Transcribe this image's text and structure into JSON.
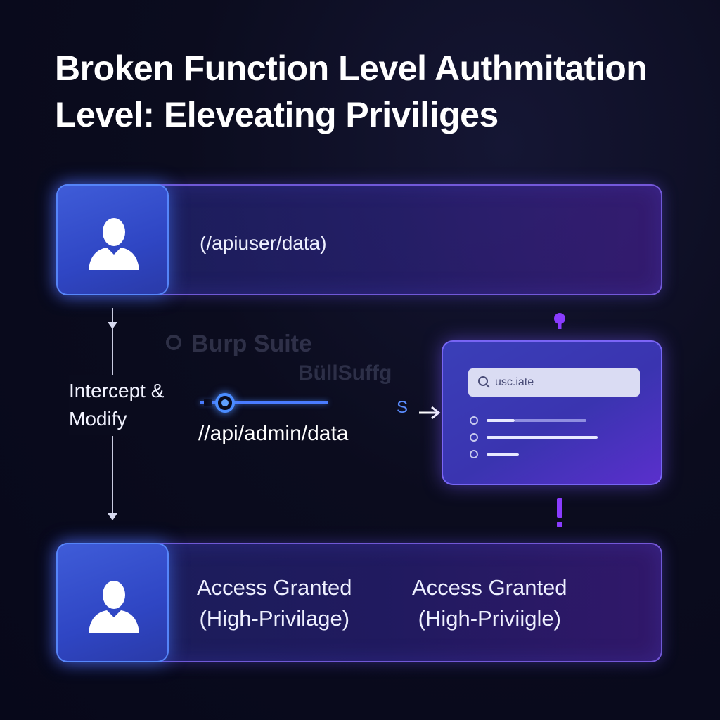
{
  "title": {
    "line1": "Broken Function Level Authmitation",
    "line2": "Level: Eleveating Priviliges"
  },
  "top_row": {
    "endpoint": "(/apiuser/data)",
    "icon": "user-icon"
  },
  "flow": {
    "intercept_line1": "Intercept &",
    "intercept_line2": "Modify",
    "watermark_primary": "Burp Suite",
    "watermark_secondary": "BüllSuffg",
    "modified_endpoint": "//api/admin/data",
    "s_glyph": "S"
  },
  "panel": {
    "search_text": "usc.iate",
    "rows": 3
  },
  "bottom_row": {
    "icon": "user-icon",
    "access_a_line1": "Access Granted",
    "access_a_line2": "(High-Privilage)",
    "access_b_line1": "Access Granted",
    "access_b_line2": "(High-Priviigle)"
  },
  "colors": {
    "background": "#0b0c1e",
    "card_border": "#8c6eff",
    "avatar_fill": "#3f5cd8",
    "accent_blue": "#4a7cff",
    "accent_purple": "#8a3cff"
  }
}
